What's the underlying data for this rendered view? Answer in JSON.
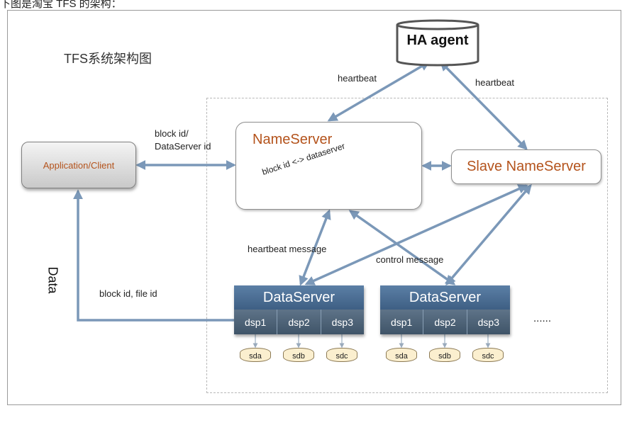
{
  "caption": "下图是淘宝 TFS 的架构：",
  "diagram": {
    "title": "TFS系统架构图",
    "ha_agent": "HA agent",
    "nameserver": "NameServer",
    "slave_nameserver": "Slave NameServer",
    "application_client": "Application/Client",
    "inner_label": "block id <-> dataserver",
    "labels": {
      "heartbeat_left": "heartbeat",
      "heartbeat_right": "heartbeat",
      "blockid_line1": "block id/",
      "blockid_line2": "DataServer id",
      "heartbeat_message": "heartbeat  message",
      "control_message": "control message",
      "blockid_fileid": "block id, file id",
      "data": "Data"
    },
    "dataservers": [
      {
        "title": "DataServer",
        "dsp": [
          "dsp1",
          "dsp2",
          "dsp3"
        ],
        "disks": [
          "sda",
          "sdb",
          "sdc"
        ]
      },
      {
        "title": "DataServer",
        "dsp": [
          "dsp1",
          "dsp2",
          "dsp3"
        ],
        "disks": [
          "sda",
          "sdb",
          "sdc"
        ]
      }
    ],
    "ellipsis": "......",
    "colors": {
      "arrow": "#7b98b8",
      "nameserver_text": "#b4531c",
      "dataserver_header": "#4b6d93",
      "disk_fill": "#fbefcf"
    }
  }
}
